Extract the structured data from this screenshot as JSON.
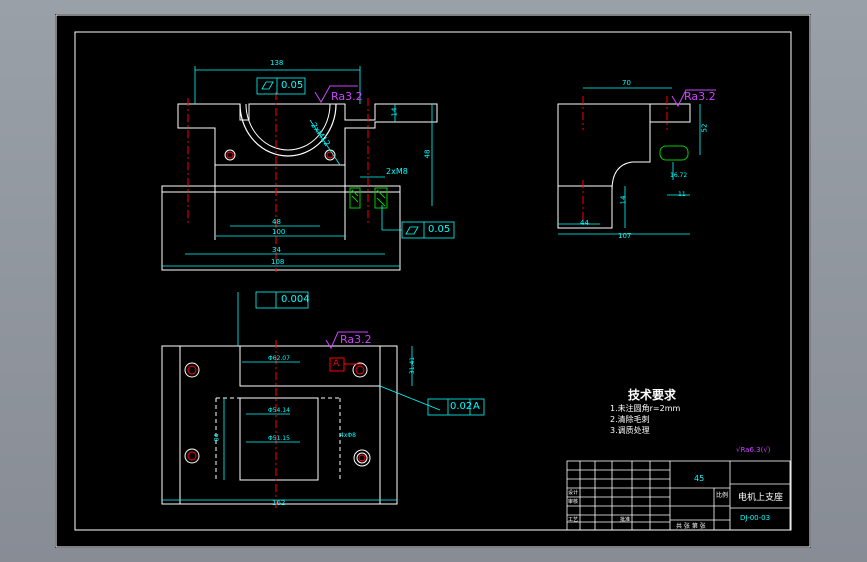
{
  "colors": {
    "background": "#8f949d",
    "sheet": "#000000",
    "outline": "#ffffff",
    "dimension": "#00ffff",
    "centerline": "#ff0000",
    "roughness": "#cc44ff",
    "datum": "#ff0000",
    "hatch": "#00cc00",
    "text": "#ffffff"
  },
  "front_view": {
    "dims": {
      "top_width": "138",
      "height_total": "48",
      "flange_h": "14",
      "bore": "48",
      "inner_width": "100",
      "bolt_span": "34",
      "overall_width": "108",
      "thread_side": "2xM8",
      "thread_top": "2xM12"
    },
    "tolerance_top": "0.05",
    "tolerance_bottom": "0.05",
    "roughness": "Ra3.2"
  },
  "side_view": {
    "dims": {
      "top_width": "70",
      "height": "52",
      "slot_d": "16.72",
      "slot_w": "11",
      "base_h": "14",
      "foot": "44",
      "overall": "107"
    },
    "roughness": "Ra3.2"
  },
  "top_view": {
    "tolerance_top": "0.004",
    "tolerance_right": "0.02",
    "datum_label": "A",
    "datum_ref": "A",
    "roughness": "Ra3.2",
    "dims": {
      "bore1": "Φ62.07",
      "bore2": "Φ54.14",
      "bore3": "Φ51.15",
      "hole": "4xΦ8",
      "left_height": "84",
      "right_height": "31.41",
      "overall_width": "162"
    }
  },
  "notes": {
    "title": "技术要求",
    "items": [
      "1.未注圆角r=2mm",
      "2.清除毛刺",
      "3.调质处理"
    ],
    "roughness_other": "√Ra6.3(√)"
  },
  "title_block": {
    "material": "45",
    "part_name": "电机上支座",
    "drawing_no": "DJ-00-03",
    "scale_label": "比例",
    "sheets_label": "共 张 第 张",
    "designer_label": "设计",
    "check_label": "审核",
    "process_label": "工艺",
    "approve_label": "批准"
  }
}
